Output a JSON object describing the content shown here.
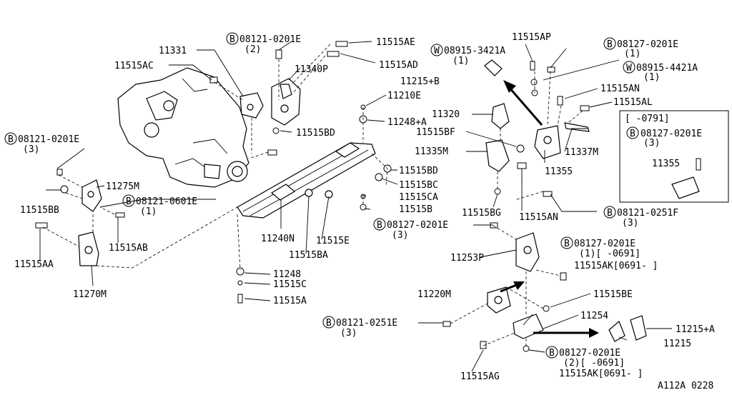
{
  "labels": {
    "l_11331": "11331",
    "l_11515AC": "11515AC",
    "l_b_08121_0201E_top": "08121-0201E",
    "l_qty_2_top": "(2)",
    "l_11515AE": "11515AE",
    "l_11515AD": "11515AD",
    "l_11340P": "11340P",
    "l_11515BD_top": "11515BD",
    "l_11210E": "11210E",
    "l_11248A": "11248+A",
    "l_11515AP": "11515AP",
    "l_w_08915_3421A": "08915-3421A",
    "l_qty_1_w1": "(1)",
    "l_11215B": "11215+B",
    "l_b_08127_0201E_tr": "08127-0201E",
    "l_qty_1_tr": "(1)",
    "l_w_08915_4421A": "08915-4421A",
    "l_qty_1_w2": "(1)",
    "l_11515AN_top": "11515AN",
    "l_11515AL": "11515AL",
    "l_11320": "11320",
    "l_11515BF": "11515BF",
    "l_11335M": "11335M",
    "l_11337M": "11337M",
    "l_11355": "11355",
    "l_inset_range": "[    -0791]",
    "l_inset_b_08127": "08127-0201E",
    "l_inset_qty_3": "(3)",
    "l_inset_11355": "11355",
    "l_b_08121_0201E_left": "08121-0201E",
    "l_qty_3_left": "(3)",
    "l_11275M": "11275M",
    "l_11515BB": "11515BB",
    "l_b_08121_0601E": "08121-0601E",
    "l_qty_1_0601": "(1)",
    "l_11515AB": "11515AB",
    "l_11515AA": "11515AA",
    "l_11270M": "11270M",
    "l_11515BD_mid": "11515BD",
    "l_11515BC": "11515BC",
    "l_11515CA": "11515CA",
    "l_11515B": "11515B",
    "l_11515BG": "11515BG",
    "l_11515AN_mid": "11515AN",
    "l_b_08121_0251F": "08121-0251F",
    "l_qty_3_0251F": "(3)",
    "l_b_08127_0201E_mid": "08127-0201E",
    "l_qty_3_mid": "(3)",
    "l_11240N": "11240N",
    "l_11515E": "11515E",
    "l_11515BA": "11515BA",
    "l_11248": "11248",
    "l_11515C": "11515C",
    "l_11515A": "11515A",
    "l_11253P": "11253P",
    "l_b_08127_0201E_r1": "08127-0201E",
    "l_qty_range_r1": "(1)[    -0691]",
    "l_11515AK_r1": "11515AK[0691-    ]",
    "l_11220M": "11220M",
    "l_11515BE": "11515BE",
    "l_11254": "11254",
    "l_11215A": "11215+A",
    "l_11215": "11215",
    "l_b_08121_0251E": "08121-0251E",
    "l_qty_3_0251E": "(3)",
    "l_b_08127_0201E_r2": "08127-0201E",
    "l_qty_range_r2": "(2)[    -0691]",
    "l_11515AK_r2": "11515AK[0691-    ]",
    "l_11515AG": "11515AG",
    "l_diagram_code": "A112A 0228"
  },
  "symbols": {
    "bolt": "B",
    "washer": "W"
  }
}
